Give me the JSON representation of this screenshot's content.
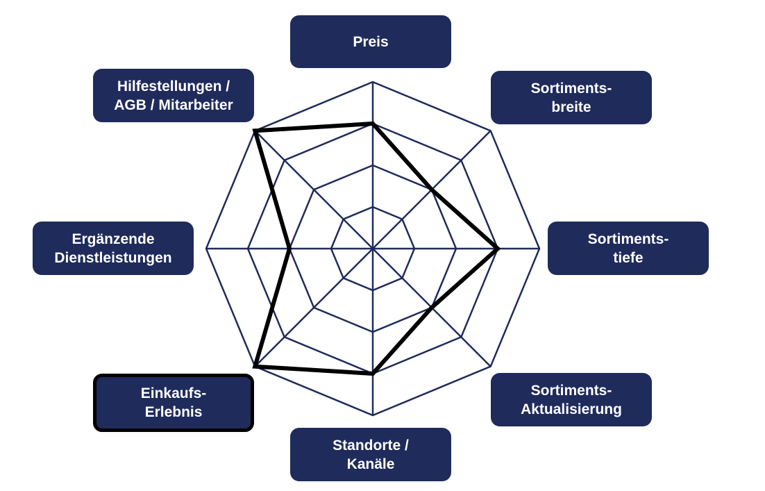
{
  "chart_data": {
    "type": "radar",
    "rings": 4,
    "axes": [
      {
        "label": "Preis",
        "value": 3
      },
      {
        "label": "Sortiments-\nbreite",
        "value": 2
      },
      {
        "label": "Sortiments-\ntiefe",
        "value": 3
      },
      {
        "label": "Sortiments-\nAktualisierung",
        "value": 2
      },
      {
        "label": "Standorte /\nKanäle",
        "value": 3
      },
      {
        "label": "Einkaufs-\nErlebnis",
        "value": 4,
        "highlighted": true
      },
      {
        "label": "Ergänzende\nDienstleistungen",
        "value": 2
      },
      {
        "label": "Hilfestellungen /\nAGB / Mitarbeiter",
        "value": 4
      }
    ],
    "colors": {
      "grid": "#1f2b5b",
      "box": "#1f2b5b",
      "box_text": "#ffffff",
      "profile": "#000000"
    }
  }
}
